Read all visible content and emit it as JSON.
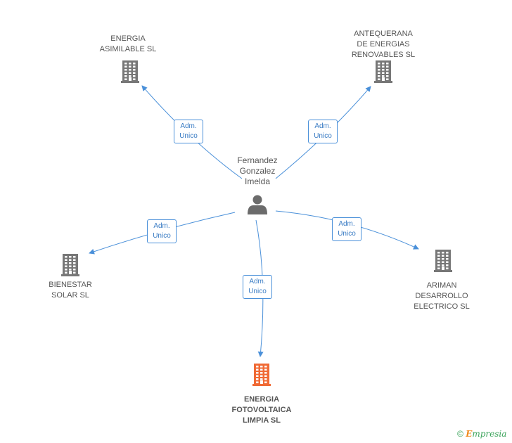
{
  "person": {
    "name": "Fernandez\nGonzalez\nImelda",
    "icon": "person-icon"
  },
  "companies": [
    {
      "id": "energia-asimilable",
      "name": "ENERGIA\nASIMILABLE SL",
      "icon": "building-icon",
      "main": false
    },
    {
      "id": "antequerana",
      "name": "ANTEQUERANA\nDE ENERGIAS\nRENOVABLES SL",
      "icon": "building-icon",
      "main": false
    },
    {
      "id": "bienestar-solar",
      "name": "BIENESTAR\nSOLAR SL",
      "icon": "building-icon",
      "main": false
    },
    {
      "id": "ariman",
      "name": "ARIMAN\nDESARROLLO\nELECTRICO SL",
      "icon": "building-icon",
      "main": false
    },
    {
      "id": "energia-fotovoltaica",
      "name": "ENERGIA\nFOTOVOLTAICA\nLIMPIA SL",
      "icon": "building-icon",
      "main": true
    }
  ],
  "relations": [
    {
      "to": "energia-asimilable",
      "label": "Adm.\nUnico"
    },
    {
      "to": "antequerana",
      "label": "Adm.\nUnico"
    },
    {
      "to": "bienestar-solar",
      "label": "Adm.\nUnico"
    },
    {
      "to": "ariman",
      "label": "Adm.\nUnico"
    },
    {
      "to": "energia-fotovoltaica",
      "label": "Adm.\nUnico"
    }
  ],
  "colors": {
    "edge": "#4a90d9",
    "building": "#777777",
    "main_building": "#f06a35",
    "person": "#6b6b6b"
  },
  "footer": {
    "copyright": "©",
    "brand_initial": "E",
    "brand_rest": "mpresia"
  }
}
